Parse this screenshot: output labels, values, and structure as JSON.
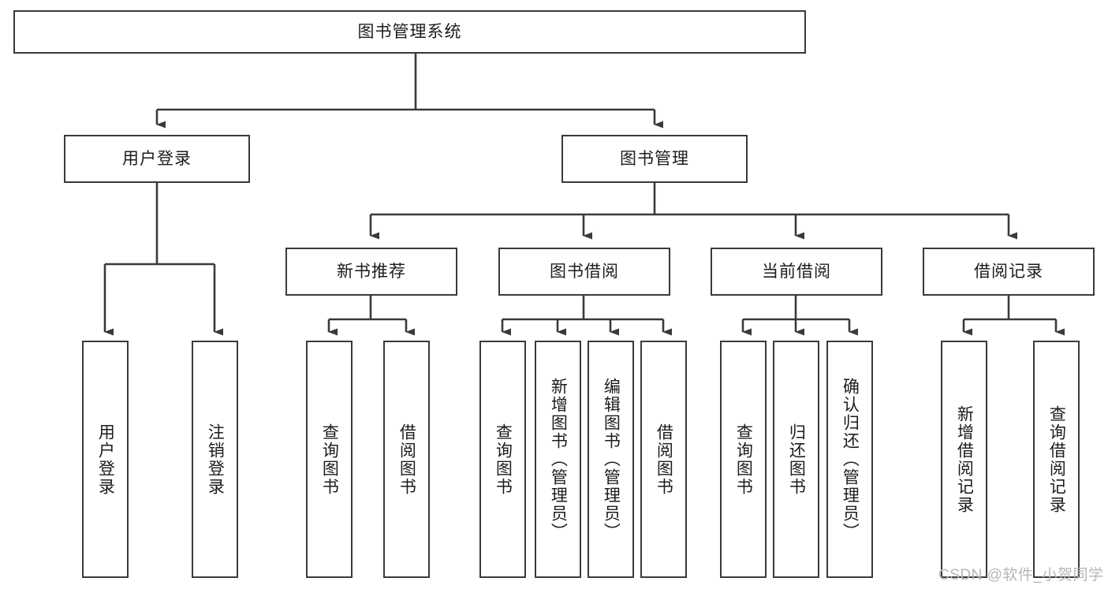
{
  "diagram": {
    "title": "图书管理系统",
    "type": "tree-hierarchy-diagram",
    "watermark": "CSDN @软件_小贺同学",
    "colors": {
      "stroke": "#3a3a3a",
      "fill": "#ffffff",
      "text": "#1c1c1c",
      "watermark": "#b6b6b6"
    },
    "levels": {
      "root": {
        "label": "图书管理系统"
      },
      "level2": [
        {
          "id": "user-login",
          "label": "用户登录"
        },
        {
          "id": "book-manage",
          "label": "图书管理"
        }
      ],
      "level3": [
        {
          "id": "new-book-recommend",
          "label": "新书推荐"
        },
        {
          "id": "book-borrow",
          "label": "图书借阅"
        },
        {
          "id": "current-borrow",
          "label": "当前借阅"
        },
        {
          "id": "borrow-record",
          "label": "借阅记录"
        }
      ],
      "leaves": {
        "user-login": [
          {
            "id": "leaf-user-login",
            "label": "用户登录"
          },
          {
            "id": "leaf-user-logout",
            "label": "注销登录"
          }
        ],
        "new-book-recommend": [
          {
            "id": "leaf-query-book-1",
            "label": "查询图书"
          },
          {
            "id": "leaf-borrow-book-1",
            "label": "借阅图书"
          }
        ],
        "book-borrow": [
          {
            "id": "leaf-query-book-2",
            "label": "查询图书"
          },
          {
            "id": "leaf-add-book",
            "label": "新增图书（管理员）"
          },
          {
            "id": "leaf-edit-book",
            "label": "编辑图书（管理员）"
          },
          {
            "id": "leaf-borrow-book-2",
            "label": "借阅图书"
          }
        ],
        "current-borrow": [
          {
            "id": "leaf-query-book-3",
            "label": "查询图书"
          },
          {
            "id": "leaf-return-book",
            "label": "归还图书"
          },
          {
            "id": "leaf-confirm-return",
            "label": "确认归还（管理员）"
          }
        ],
        "borrow-record": [
          {
            "id": "leaf-add-record",
            "label": "新增借阅记录"
          },
          {
            "id": "leaf-query-record",
            "label": "查询借阅记录"
          }
        ]
      }
    }
  }
}
